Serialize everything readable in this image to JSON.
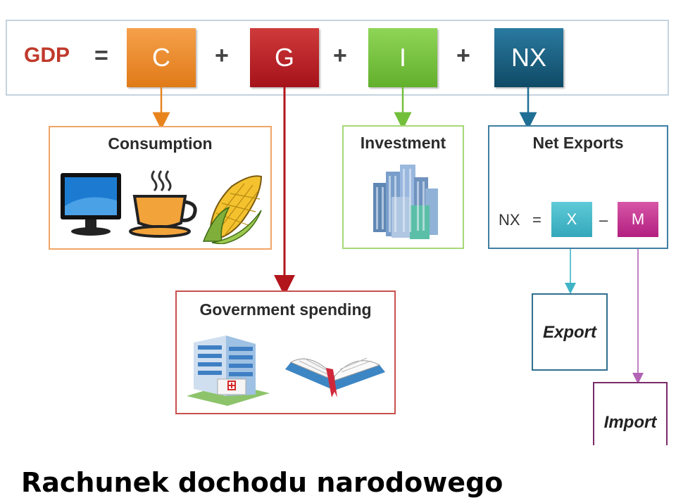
{
  "equation": {
    "gdp": "GDP",
    "equals": "=",
    "plus": "+",
    "terms": [
      {
        "label": "C",
        "color": "#e8841e"
      },
      {
        "label": "G",
        "color": "#b3151c"
      },
      {
        "label": "I",
        "color": "#72bf3a"
      },
      {
        "label": "NX",
        "color": "#155a7a"
      }
    ]
  },
  "boxes": {
    "consumption": "Consumption",
    "investment": "Investment",
    "net_exports": "Net Exports",
    "government": "Government spending",
    "export": "Export",
    "import": "Import"
  },
  "nx_formula": {
    "lhs": "NX",
    "equals": "=",
    "x": "X",
    "minus": "–",
    "m": "M",
    "x_color": "#3fb4c6",
    "m_color": "#c2338f"
  },
  "footer": "Rachunek dochodu narodowego"
}
